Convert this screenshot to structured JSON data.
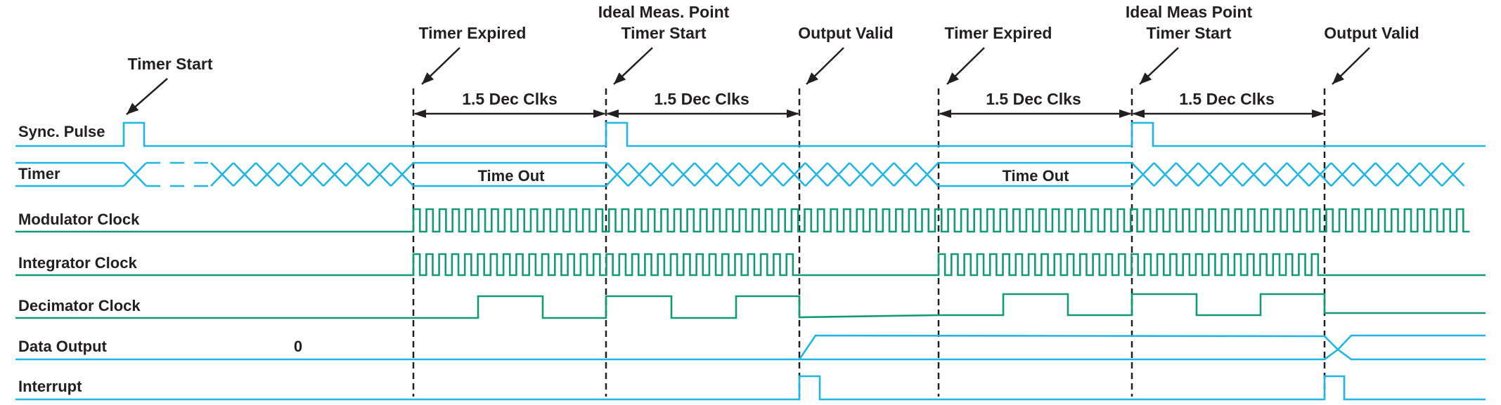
{
  "colors": {
    "blue": "#1fb6e6",
    "green": "#129a74",
    "ink": "#231f20"
  },
  "signals": {
    "sync_pulse": "Sync. Pulse",
    "timer": "Timer",
    "modulator_clock": "Modulator Clock",
    "integrator_clock": "Integrator Clock",
    "decimator_clock": "Decimator Clock",
    "data_output": "Data Output",
    "interrupt": "Interrupt"
  },
  "annotations": {
    "timer_start_1": "Timer Start",
    "timer_expired_1": "Timer Expired",
    "ideal_meas_1_line1": "Ideal Meas. Point",
    "ideal_meas_1_line2": "Timer Start",
    "output_valid_1": "Output Valid",
    "timer_expired_2": "Timer Expired",
    "ideal_meas_2_line1": "Ideal Meas Point",
    "ideal_meas_2_line2": "Timer Start",
    "output_valid_2": "Output Valid"
  },
  "intervals": [
    "1.5 Dec Clks",
    "1.5 Dec Clks",
    "1.5 Dec Clks",
    "1.5 Dec Clks"
  ],
  "timer_values": {
    "time_out_1": "Time Out",
    "time_out_2": "Time Out"
  },
  "data_output_value": "0"
}
